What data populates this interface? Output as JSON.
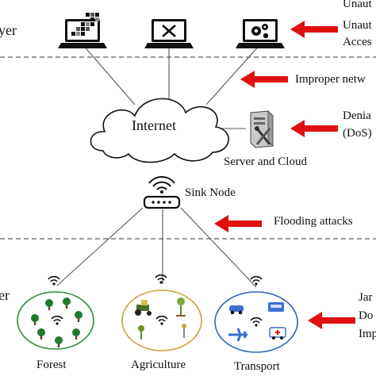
{
  "layer_labels": {
    "top": "yer",
    "bottom": "er"
  },
  "network": {
    "cloud_label": "Internet",
    "server_label": "Server and Cloud",
    "sink_label": "Sink Node"
  },
  "fields": [
    {
      "label": "Forest",
      "border_color": "#2e8b3a"
    },
    {
      "label": "Agriculture",
      "border_color": "#c8a43a"
    },
    {
      "label": "Transport",
      "border_color": "#3060c0"
    }
  ],
  "threats": [
    {
      "lines": [
        "Unaut",
        "Unaut",
        "Acces"
      ]
    },
    {
      "lines": [
        "Improper netw"
      ]
    },
    {
      "lines": [
        "Denia",
        "(DoS)"
      ]
    },
    {
      "lines": [
        "Flooding attacks"
      ]
    },
    {
      "lines": [
        "Jar",
        "Do",
        "Imp"
      ]
    }
  ],
  "colors": {
    "arrow": "#e01010",
    "divider": "#777777",
    "line": "#555555"
  },
  "icons": [
    "laptop-data-icon",
    "laptop-tools-icon",
    "laptop-gear-icon",
    "server-icon",
    "router-icon",
    "wifi-icon",
    "tree-icon",
    "tractor-icon",
    "car-icon",
    "airplane-icon",
    "ambulance-icon"
  ]
}
